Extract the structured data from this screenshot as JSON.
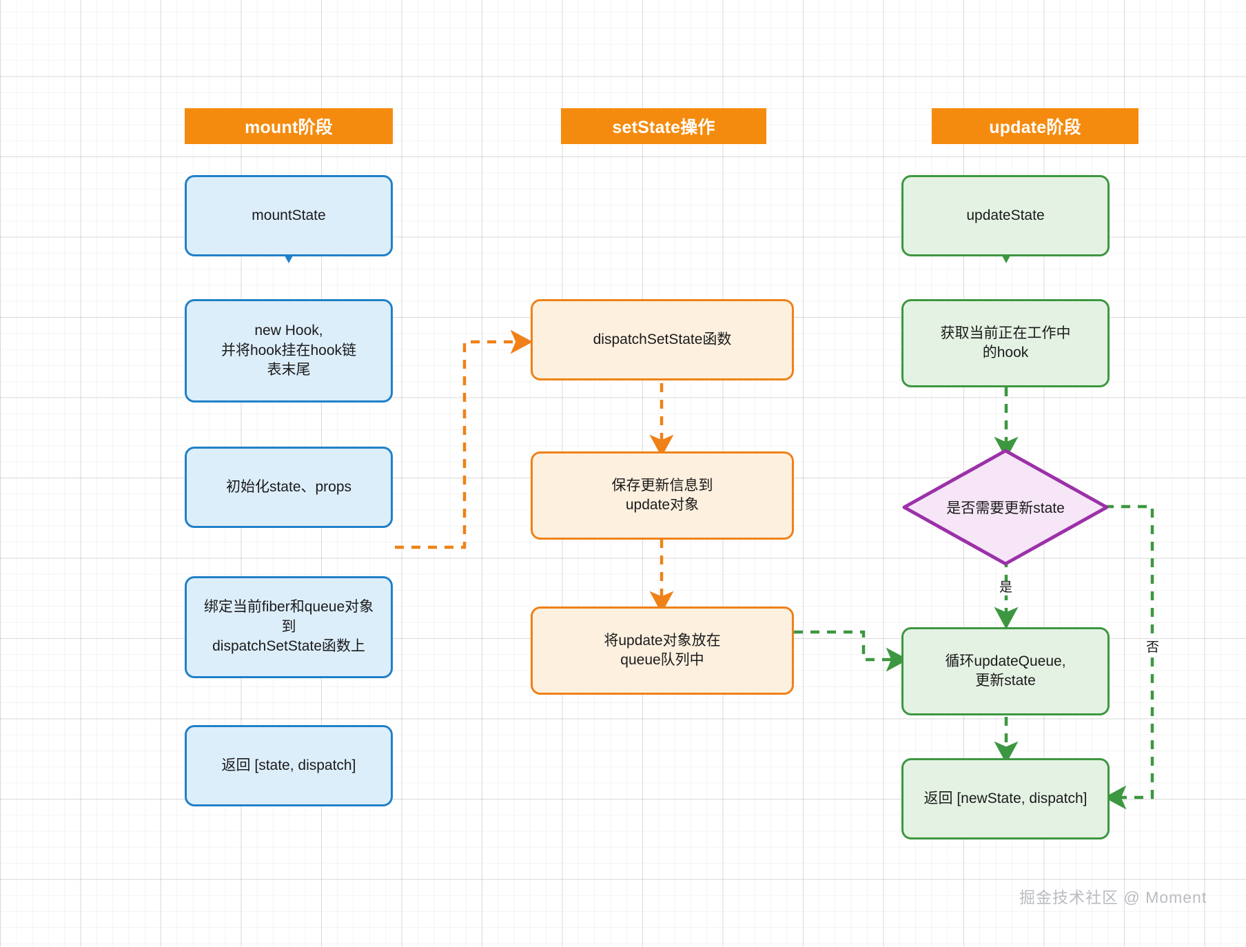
{
  "diagram": {
    "title": "React useState mount / setState / update flow",
    "colors": {
      "header_bg": "#f58b0e",
      "header_text": "#ffffff",
      "blue_border": "#2080c8",
      "blue_fill": "#ddeefb",
      "orange_border": "#ef8118",
      "orange_fill": "#fdf0df",
      "green_border": "#3d9740",
      "green_fill": "#e4f2e3",
      "purple_border": "#9b31a8",
      "purple_fill": "#f6e6f8",
      "grid": "#e6e6e6",
      "watermark": "#b9bcc2"
    },
    "columns": [
      {
        "id": "mount",
        "header": "mount阶段"
      },
      {
        "id": "setstate",
        "header": "setState操作"
      },
      {
        "id": "update",
        "header": "update阶段"
      }
    ],
    "nodes": {
      "mount_1": "mountState",
      "mount_2": "new Hook,\n并将hook挂在hook链\n表末尾",
      "mount_3": "初始化state、props",
      "mount_4": "绑定当前fiber和queue对象\n到\ndispatchSetState函数上",
      "mount_5": "返回 [state, dispatch]",
      "set_1": "dispatchSetState函数",
      "set_2": "保存更新信息到\nupdate对象",
      "set_3": "将update对象放在\nqueue队列中",
      "upd_1": "updateState",
      "upd_2": "获取当前正在工作中\n的hook",
      "upd_decision": "是否需要更新state",
      "upd_3": "循环updateQueue,\n更新state",
      "upd_4": "返回 [newState, dispatch]"
    },
    "edge_labels": {
      "yes": "是",
      "no": "否"
    },
    "watermark": "掘金技术社区 @ Moment"
  }
}
